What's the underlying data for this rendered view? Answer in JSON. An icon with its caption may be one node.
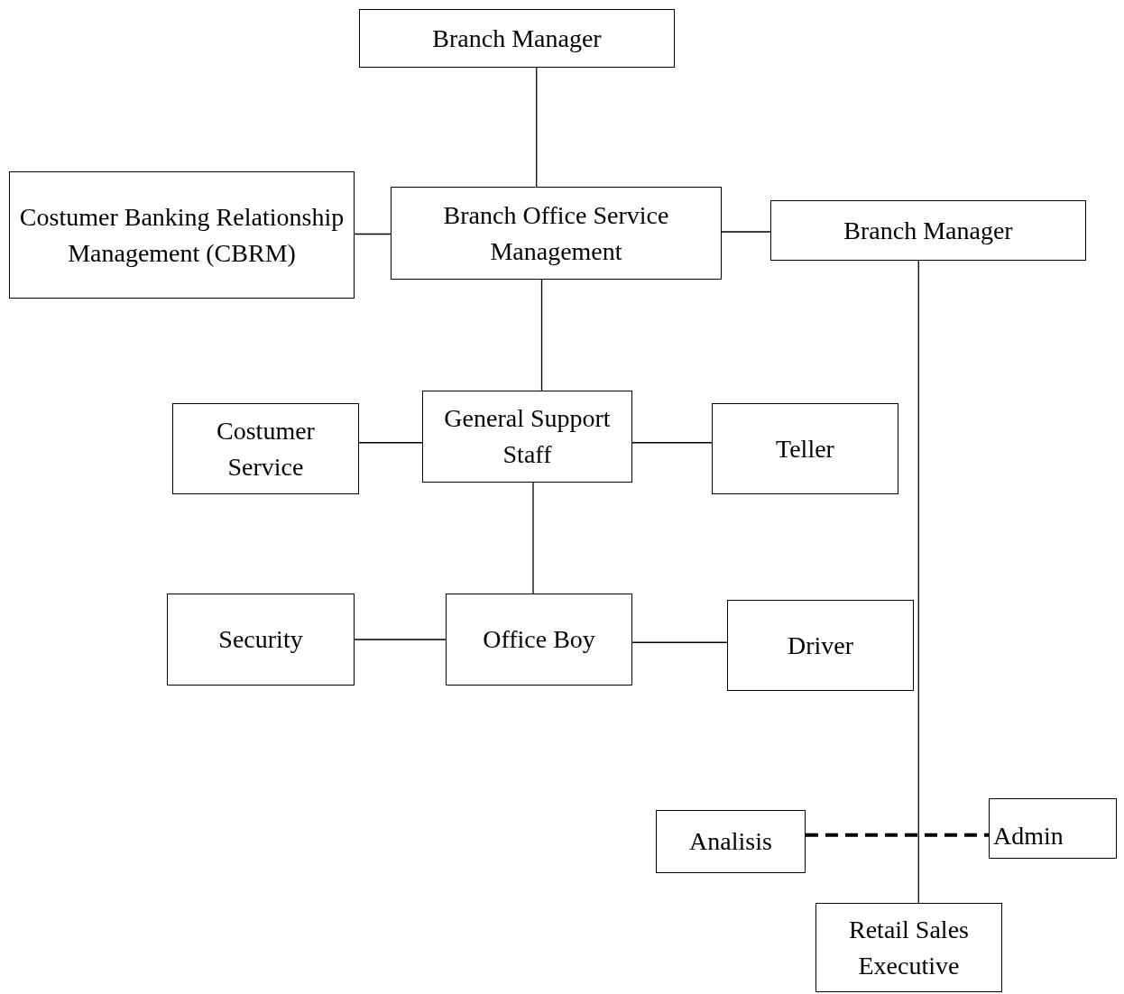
{
  "diagram": {
    "nodes": [
      {
        "text": [
          "Branch Manager"
        ]
      },
      {
        "text": [
          "Costumer Banking Relationship Management (CBRM)"
        ]
      },
      {
        "text": [
          "Branch Office Service Management"
        ]
      },
      {
        "text": [
          "Branch Manager"
        ]
      },
      {
        "text": [
          "Costumer Service"
        ]
      },
      {
        "text": [
          "General Support Staff"
        ]
      },
      {
        "text": [
          "Teller"
        ]
      },
      {
        "text": [
          "Security"
        ]
      },
      {
        "text": [
          "Office Boy"
        ]
      },
      {
        "text": [
          "Driver"
        ]
      },
      {
        "text": [
          "Analisis"
        ]
      },
      {
        "text": [
          "Admin"
        ]
      },
      {
        "text": [
          "Retail Sales Executive"
        ]
      }
    ],
    "edges": [
      {
        "from": 0,
        "to": 2,
        "arrow": "none"
      },
      {
        "from": 1,
        "to": 2,
        "arrow": "none"
      },
      {
        "from": 2,
        "to": 3,
        "arrow": "none"
      },
      {
        "from": 2,
        "to": 5,
        "arrow": "none"
      },
      {
        "from": 4,
        "to": 5,
        "arrow": "none"
      },
      {
        "from": 5,
        "to": 6,
        "arrow": "none"
      },
      {
        "from": 5,
        "to": 8,
        "arrow": "none"
      },
      {
        "from": 7,
        "to": 8,
        "arrow": "none"
      },
      {
        "from": 8,
        "to": 9,
        "arrow": "none"
      },
      {
        "from": 3,
        "to": 12,
        "arrow": "none"
      },
      {
        "from": 10,
        "to": 11,
        "arrow": "none",
        "style": "dashed"
      }
    ]
  }
}
